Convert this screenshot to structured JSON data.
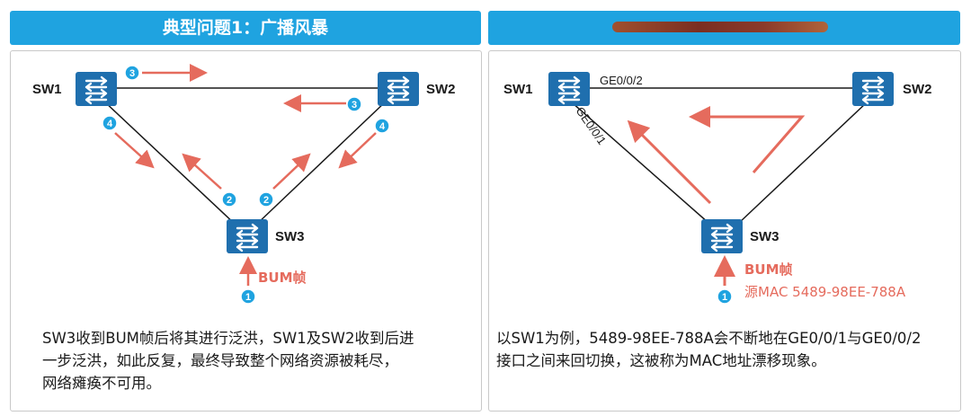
{
  "left_panel": {
    "title": "典型问题1：广播风暴",
    "nodes": {
      "sw1": "SW1",
      "sw2": "SW2",
      "sw3": "SW3"
    },
    "frame_label": "BUM帧",
    "step_badges": [
      "1",
      "2",
      "2",
      "3",
      "3",
      "4",
      "4"
    ],
    "caption_lines": [
      "SW3收到BUM帧后将其进行泛洪，SW1及SW2收到后进",
      "一步泛洪，如此反复，最终导致整个网络资源被耗尽，",
      "网络瘫痪不可用。"
    ]
  },
  "right_panel": {
    "nodes": {
      "sw1": "SW1",
      "sw2": "SW2",
      "sw3": "SW3"
    },
    "ports": {
      "sw1_to_sw2": "GE0/0/2",
      "sw1_to_sw3": "GE0/0/1"
    },
    "frame_label": "BUM帧",
    "source_mac_label": "源MAC 5489-98EE-788A",
    "step_badge": "1",
    "caption_lines": [
      "以SW1为例，5489-98EE-788A会不断地在GE0/0/1与GE0/0/2",
      "接口之间来回切换，这被称为MAC地址漂移现象。"
    ]
  },
  "colors": {
    "banner": "#1fa3e0",
    "switch_icon": "#1f6fae",
    "arrow": "#e56b5d",
    "badge": "#1fa3e0",
    "redacted_bar": "#8b3a2a"
  }
}
